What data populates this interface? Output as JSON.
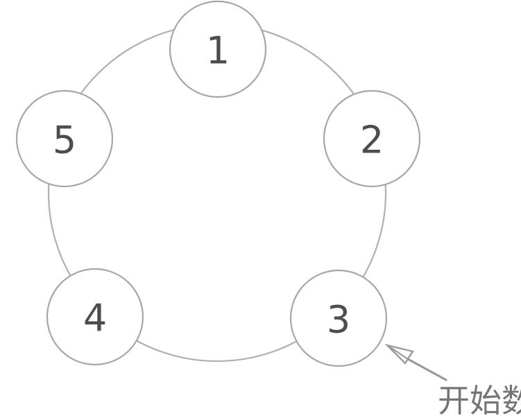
{
  "diagram": {
    "nodes": [
      {
        "label": "1"
      },
      {
        "label": "2"
      },
      {
        "label": "3"
      },
      {
        "label": "4"
      },
      {
        "label": "5"
      }
    ],
    "annotation": {
      "label": "开始数"
    },
    "colors": {
      "ring_stroke": "#b0b0b0",
      "node_stroke": "#a6a6a6",
      "node_fill": "#ffffff",
      "number_fill": "#4d4d4d",
      "arrow_stroke": "#9a9a9a",
      "arrowhead_fill": "#ffffff",
      "annotation_fill": "#757575",
      "background": "#ffffff"
    }
  }
}
